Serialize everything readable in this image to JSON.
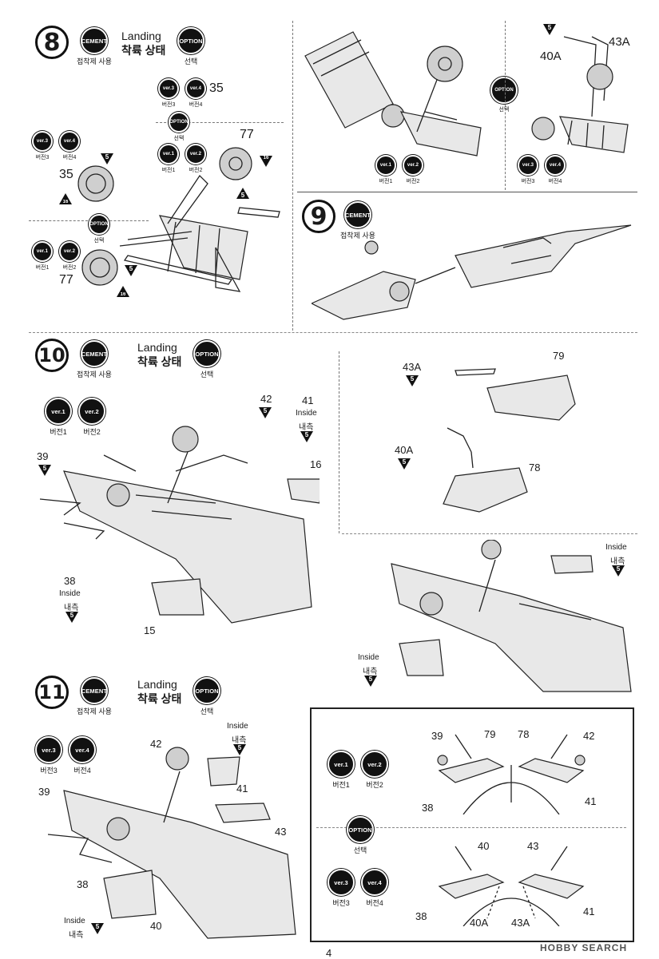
{
  "badges": {
    "cement": "CEMENT",
    "cement_caption": "접착제 사용",
    "option": "OPTION",
    "option_caption": "선택",
    "ver1": "ver.1",
    "ver1_caption": "버전1",
    "ver2": "ver.2",
    "ver2_caption": "버전2",
    "ver3": "ver.3",
    "ver3_caption": "버전3",
    "ver4": "ver.4",
    "ver4_caption": "버전4"
  },
  "landing": {
    "en": "Landing",
    "ko": "착륙 상태"
  },
  "inside": {
    "en": "Inside",
    "ko": "내측"
  },
  "steps": {
    "s8": "8",
    "s9": "9",
    "s10": "10",
    "s11": "11"
  },
  "paint_code": "5",
  "paint_code_16": "16",
  "parts": {
    "p35": "35",
    "p77": "77",
    "p43a": "43A",
    "p40a": "40A",
    "p42": "42",
    "p41": "41",
    "p16": "16",
    "p39": "39",
    "p38": "38",
    "p15": "15",
    "p79": "79",
    "p78": "78",
    "p43": "43",
    "p40": "40"
  },
  "page_number": "4",
  "watermark": "HOBBY SEARCH"
}
